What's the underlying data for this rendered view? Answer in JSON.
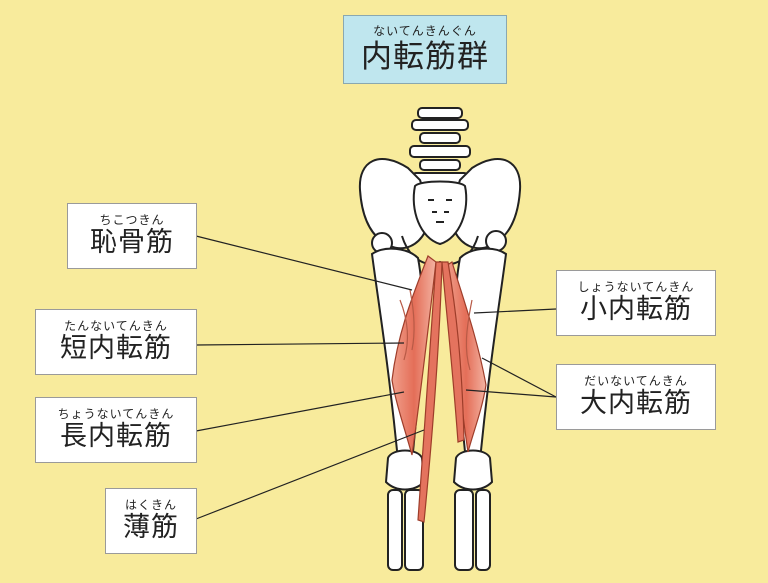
{
  "title": {
    "ruby": "ないてんきんぐん",
    "name": "内転筋群"
  },
  "labels": {
    "pectineus": {
      "ruby": "ちこつきん",
      "name": "恥骨筋"
    },
    "adductor_brevis": {
      "ruby": "たんないてんきん",
      "name": "短内転筋"
    },
    "adductor_longus": {
      "ruby": "ちょうないてんきん",
      "name": "長内転筋"
    },
    "gracilis": {
      "ruby": "はくきん",
      "name": "薄筋"
    },
    "adductor_minimus": {
      "ruby": "しょうないてんきん",
      "name": "小内転筋"
    },
    "adductor_magnus": {
      "ruby": "だいないてんきん",
      "name": "大内転筋"
    }
  },
  "colors": {
    "background": "#f8eb9c",
    "muscle": "#e8806a",
    "bone": "#ffffff",
    "title_box": "#bfe6ee"
  }
}
